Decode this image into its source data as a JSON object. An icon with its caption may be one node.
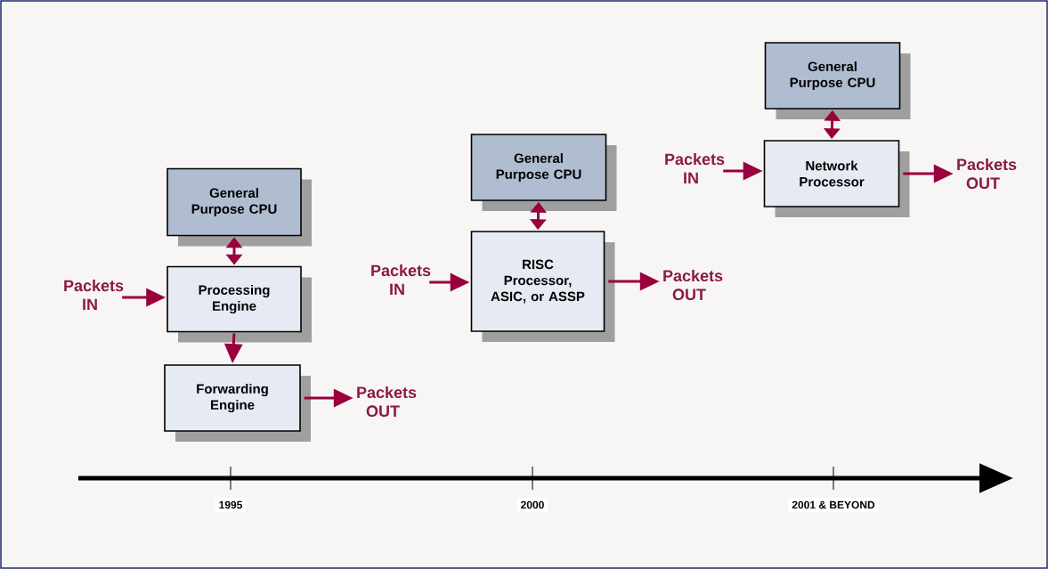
{
  "diagram": {
    "nodes": [
      {
        "text": [
          "General Purpose CPU"
        ]
      },
      {
        "text": [
          "Processing Engine"
        ]
      },
      {
        "text": [
          "Forwarding Engine"
        ]
      },
      {
        "text": [
          "Packets IN"
        ]
      },
      {
        "text": [
          "Packets OUT"
        ]
      },
      {
        "text": [
          "General Purpose CPU"
        ]
      },
      {
        "text": [
          "RISC Processor, ASIC, or ASSP"
        ]
      },
      {
        "text": [
          "Packets IN"
        ]
      },
      {
        "text": [
          "Packets OUT"
        ]
      },
      {
        "text": [
          "General Purpose CPU"
        ]
      },
      {
        "text": [
          "Network Processor"
        ]
      },
      {
        "text": [
          "Packets IN"
        ]
      },
      {
        "text": [
          "Packets OUT"
        ]
      }
    ],
    "edges": [
      {
        "from": 0,
        "to": 1,
        "arrow": "both"
      },
      {
        "from": 1,
        "to": 2,
        "arrow": "to"
      },
      {
        "from": 3,
        "to": 1,
        "arrow": "to"
      },
      {
        "from": 2,
        "to": 4,
        "arrow": "to"
      },
      {
        "from": 5,
        "to": 6,
        "arrow": "both"
      },
      {
        "from": 7,
        "to": 6,
        "arrow": "to"
      },
      {
        "from": 6,
        "to": 8,
        "arrow": "to"
      },
      {
        "from": 9,
        "to": 10,
        "arrow": "both"
      },
      {
        "from": 11,
        "to": 10,
        "arrow": "to"
      },
      {
        "from": 10,
        "to": 12,
        "arrow": "to"
      }
    ],
    "labels": [
      "1995",
      "2000",
      "2001 & BEYOND"
    ]
  }
}
